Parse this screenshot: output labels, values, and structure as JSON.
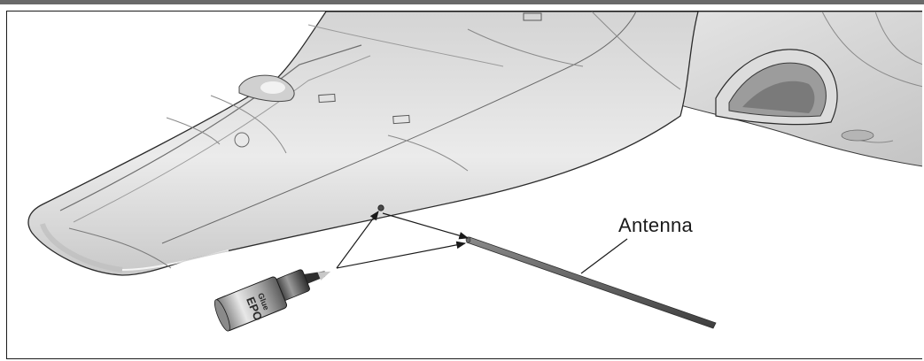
{
  "callouts": {
    "antenna_label": "Antenna"
  },
  "glue_bottle": {
    "brand_line1": "EPO",
    "brand_line2": "Glue"
  },
  "colors": {
    "wing_fill": "#e4e4e4",
    "wing_shadow": "#b8b8b8",
    "panel_line": "#8a8a8a",
    "outline": "#2b2b2b",
    "antenna": "#5a5a5a",
    "arrow": "#1a1a1a"
  }
}
